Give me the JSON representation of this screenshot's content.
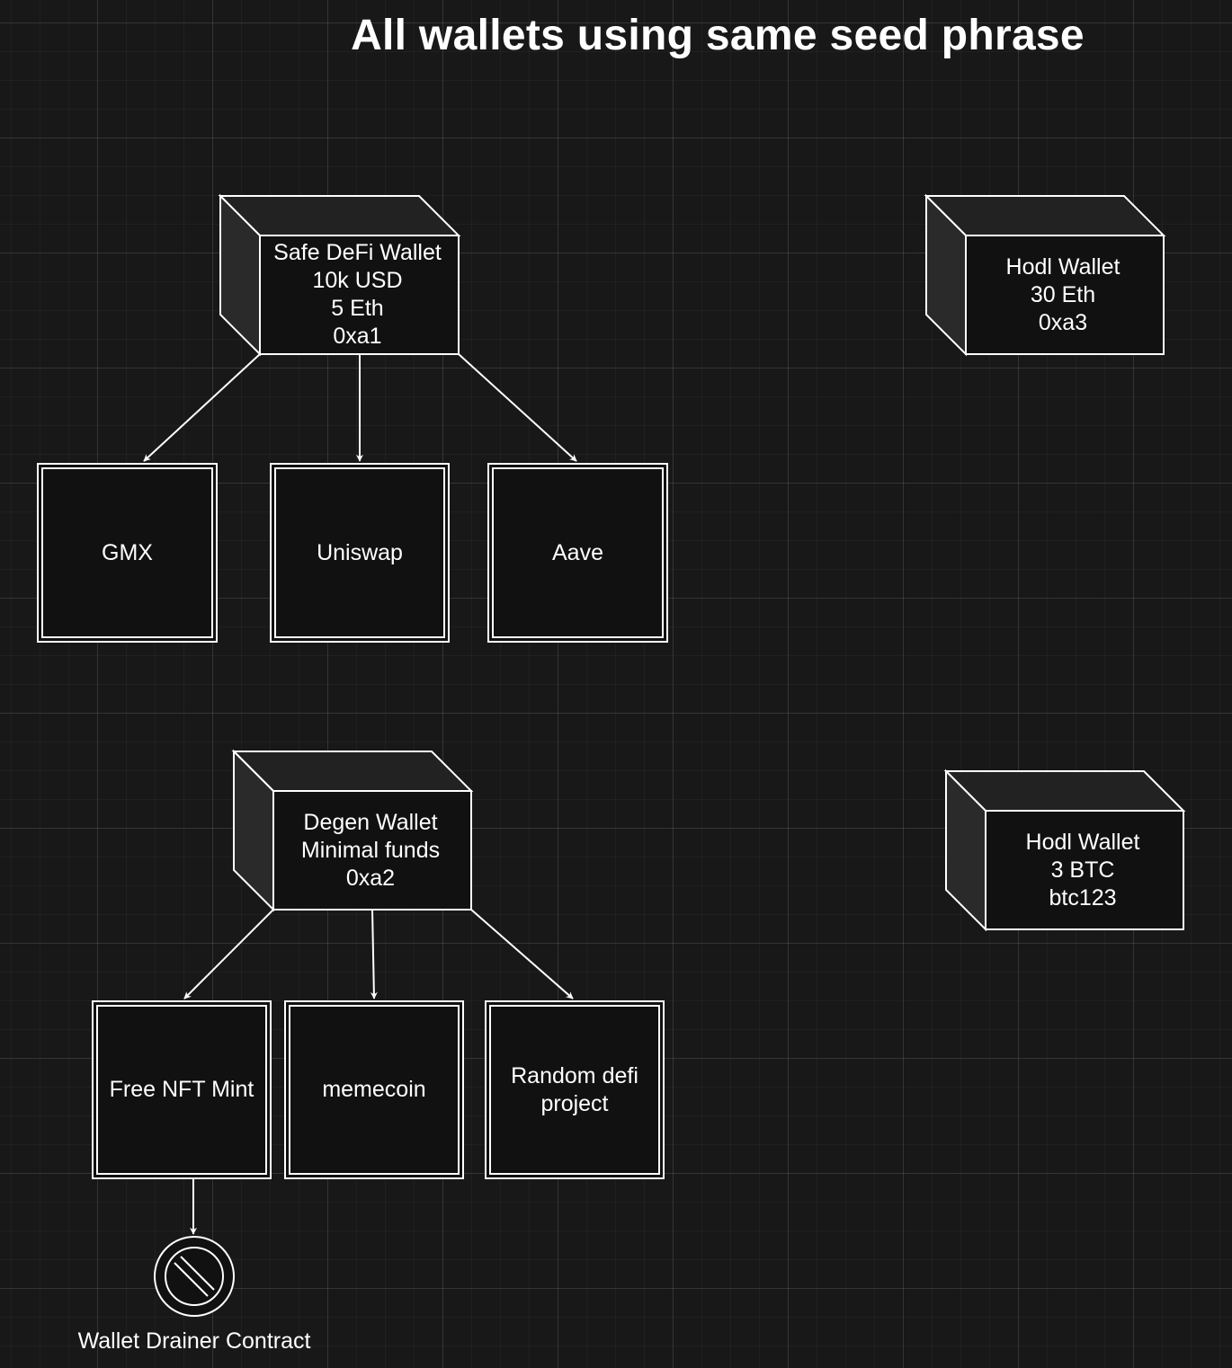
{
  "title": "All wallets using same seed phrase",
  "wallets": {
    "safe_defi": "Safe DeFi Wallet\n10k USD\n5 Eth\n0xa1",
    "hodl_eth": "Hodl Wallet\n30 Eth\n0xa3",
    "degen": "Degen Wallet\nMinimal funds\n0xa2",
    "hodl_btc": "Hodl Wallet\n3 BTC\nbtc123"
  },
  "protocols": {
    "gmx": "GMX",
    "uniswap": "Uniswap",
    "aave": "Aave"
  },
  "degen_targets": {
    "free_nft_mint": "Free NFT Mint",
    "memecoin": "memecoin",
    "random_defi": "Random defi\nproject"
  },
  "drainer": {
    "label": "Wallet Drainer Contract",
    "icon": "prohibited-icon"
  },
  "colors": {
    "background": "#181818",
    "stroke": "#ffffff",
    "box_fill": "#111111",
    "cube_top": "#222222",
    "cube_side": "#2a2a2a"
  }
}
